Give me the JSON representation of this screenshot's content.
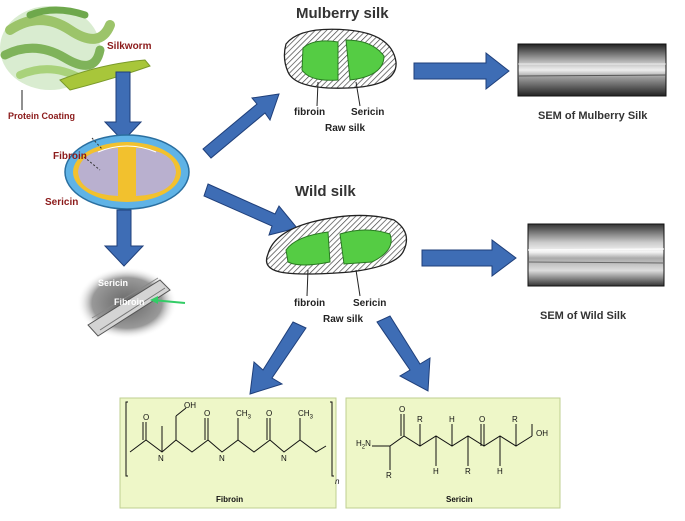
{
  "labels": {
    "silkworm": "Silkworm",
    "protein_coating": "Protein Coating",
    "fibroin": "Fibroin",
    "sericin": "Sericin",
    "fiber_sericin": "Sericin",
    "fiber_fibroin": "Fibroin",
    "mulberry_title": "Mulberry silk",
    "wild_title": "Wild silk",
    "mulberry_fibroin": "fibroin",
    "mulberry_sericin": "Sericin",
    "mulberry_raw": "Raw silk",
    "wild_fibroin": "fibroin",
    "wild_sericin": "Sericin",
    "wild_raw": "Raw silk",
    "sem_mulberry": "SEM of Mulberry Silk",
    "sem_wild": "SEM of Wild Silk",
    "fibroin_caption": "Fibroin",
    "sericin_caption": "Sericin"
  },
  "chem": {
    "oh": "OH",
    "ch3_a": "CH",
    "ch3_b": "CH",
    "three": "3",
    "n": "n",
    "h2n": "H",
    "r": "R",
    "h": "H",
    "n_atom": "N",
    "o": "O",
    "c": "C"
  },
  "colors": {
    "arrow": "#3e6db5",
    "green_cell": "#55cc44",
    "panel": "#eef7c8",
    "fibroin_yellow": "#f2c12e",
    "cocoon_blue": "#5fb3e6",
    "silkworm": "#a8c63a"
  }
}
